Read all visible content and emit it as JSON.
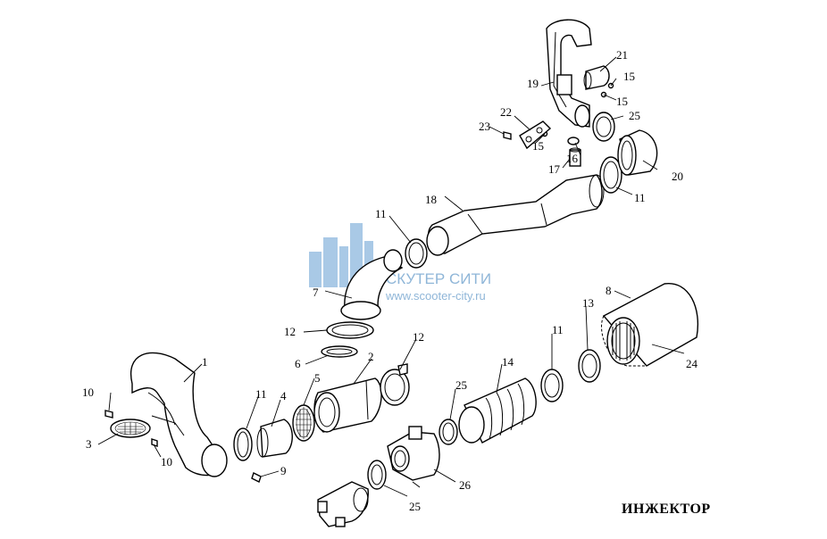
{
  "caption": "ИНЖЕКТОР",
  "watermark": {
    "name": "СКУТЕР СИТИ",
    "url": "www.scooter-city.ru",
    "color": "#8fb6d8"
  },
  "callouts": {
    "c1": "1",
    "c2": "2",
    "c3": "3",
    "c4": "4",
    "c5": "5",
    "c6": "6",
    "c7": "7",
    "c8": "8",
    "c9": "9",
    "c10a": "10",
    "c10b": "10",
    "c11a": "11",
    "c11b": "11",
    "c11c": "11",
    "c11d": "11",
    "c12a": "12",
    "c12b": "12",
    "c13": "13",
    "c14": "14",
    "c15a": "15",
    "c15b": "15",
    "c15c": "15",
    "c16": "16",
    "c17": "17",
    "c18": "18",
    "c19": "19",
    "c20": "20",
    "c21": "21",
    "c22": "22",
    "c23": "23",
    "c24": "24",
    "c25a": "25",
    "c25b": "25",
    "c25c": "25",
    "c26": "26"
  }
}
